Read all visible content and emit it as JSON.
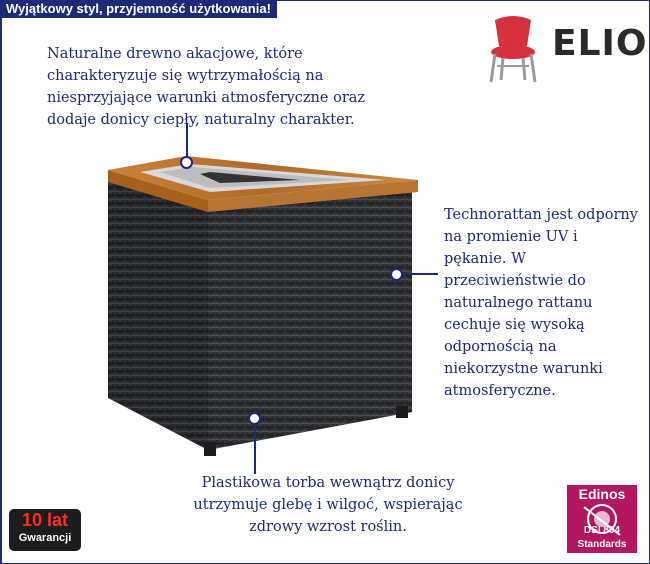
{
  "banner": "Wyjątkowy styl, przyjemność użytkowania!",
  "brand": {
    "name": "ELIOR"
  },
  "callouts": {
    "wood": "Naturalne drewno akacjowe, które charakteryzuje się wytrzymałością na niesprzyjające warunki atmosferyczne oraz dodaje donicy ciepły, naturalny charakter.",
    "rattan": "Technorattan jest odporny na promienie UV i pękanie.  W przeciwieństwie do naturalnego rattanu cechuje się wysoką odpornością na niekorzystne warunki atmosferyczne.",
    "bag": "Plastikowa torba wewnątrz donicy utrzymuje glebę i wilgoć, wspierając zdrowy wzrost roślin."
  },
  "warranty": {
    "years": "10 lat",
    "label": "Gwarancji"
  },
  "certificate": {
    "name": "Edinos",
    "code": "DSI 804",
    "label": "Standards"
  },
  "colors": {
    "accent": "#1e2a78",
    "brand_red": "#d4313c",
    "cert": "#b2175f"
  }
}
